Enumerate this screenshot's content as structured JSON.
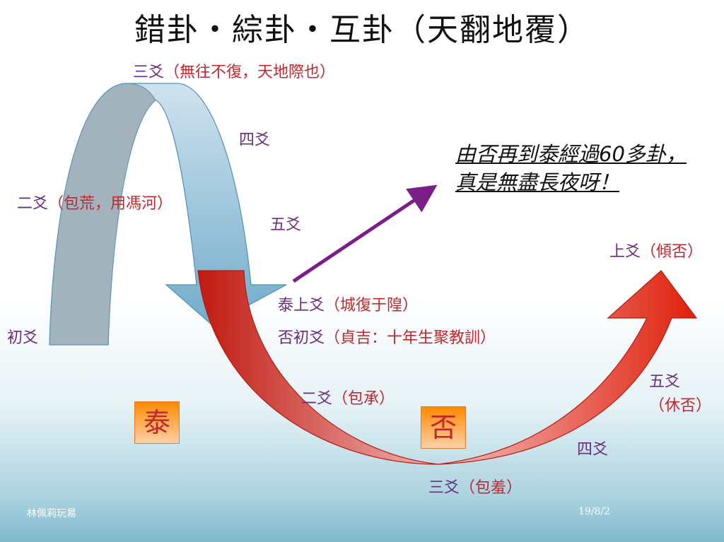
{
  "title": "錯卦・綜卦・互卦（天翻地覆）",
  "tai_labels": {
    "yao3_name": "三爻",
    "yao3_text": "（無往不復，天地際也）",
    "yao4": "四爻",
    "yao2_name": "二爻",
    "yao2_text": "（包荒，用馮河）",
    "yao5": "五爻",
    "yao1": "初爻",
    "top_name": "泰上爻",
    "top_text": "（城復于隍）"
  },
  "pi_labels": {
    "yao1_name": "否初爻",
    "yao1_text": "（貞吉：十年生聚教訓）",
    "yao2_name": "二爻",
    "yao2_text": "（包承）",
    "yao3_name": "三爻",
    "yao3_text": "（包羞）",
    "yao4": "四爻",
    "yao5_name": "五爻",
    "yao5_text": "（休否）",
    "top_name": "上爻",
    "top_text": "（傾否）"
  },
  "boxes": {
    "tai": "泰",
    "pi": "否"
  },
  "note": [
    "由否再到泰經過60多卦，",
    "真是無盡長夜呀！"
  ],
  "footer": {
    "author": "林佩莉玩易",
    "date": "19/8/2"
  },
  "colors": {
    "purple": "#6b2c7e",
    "red": "#c1272d",
    "blue_arrow": "#7fb3cf",
    "red_arrow": "#e0200a"
  }
}
